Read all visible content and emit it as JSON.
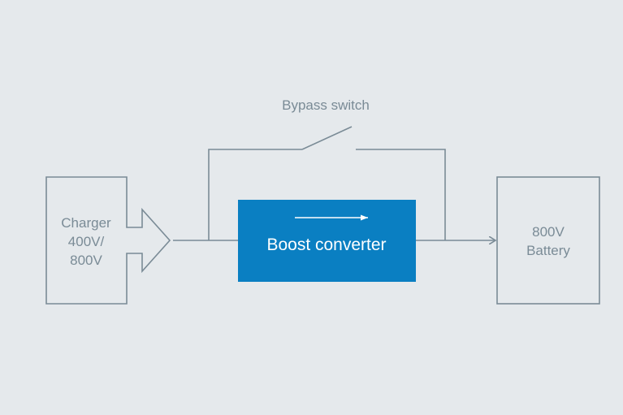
{
  "colors": {
    "background": "#e5e9ec",
    "line": "#7a8b96",
    "converter_fill": "#0a7fc2",
    "converter_text": "#ffffff"
  },
  "charger": {
    "line1": "Charger",
    "line2": "400V/",
    "line3": "800V"
  },
  "bypass": {
    "label": "Bypass switch"
  },
  "converter": {
    "label": "Boost converter"
  },
  "battery": {
    "line1": "800V",
    "line2": "Battery"
  }
}
